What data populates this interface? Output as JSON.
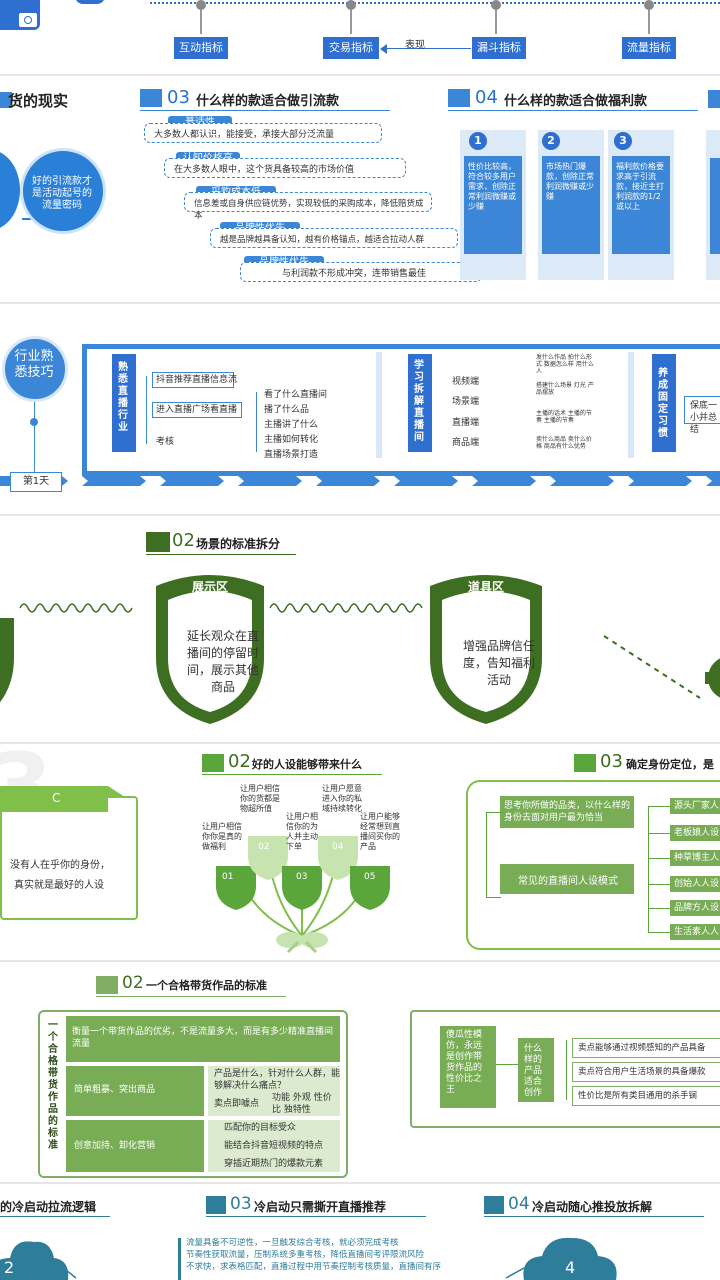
{
  "panel1": {
    "nodes": [
      "互动指标",
      "交易指标",
      "漏斗指标",
      "流量指标"
    ],
    "arrow_label": "表现"
  },
  "panel2": {
    "left_title": "货的现实",
    "left_circle_text": "好的引流款才是活动起号的流量密码",
    "sec03_num": "03",
    "sec03_title": "什么样的款适合做引流款",
    "items": [
      {
        "tag": "普适性",
        "text": "大多数人都认识，能接受，承接大部分泛流量"
      },
      {
        "tag": "认知价格高",
        "text": "在大多数人眼中，这个货具备较高的市场价值"
      },
      {
        "tag": "采购成本低",
        "text": "信息差或自身供应链优势，实现较低的采购成本，降低赔货成本"
      },
      {
        "tag": "品牌性优先",
        "text": "越是品牌越具备认知，越有价格锚点，越适合拉动人群"
      },
      {
        "tag": "品牌性优先",
        "text": "与利润款不形成冲突，连带销售最佳"
      }
    ],
    "sec04_num": "04",
    "sec04_title": "什么样的款适合做福利款",
    "cards": [
      {
        "num": "1",
        "text": "性价比较高，符合较多用户需求，创除正常利润微赚或少赚"
      },
      {
        "num": "2",
        "text": "市场热门爆款，创除正常利润微赚或少赚"
      },
      {
        "num": "3",
        "text": "福利款价格要求高于引流款，接近主打利润款的1/2或以上"
      }
    ]
  },
  "panel3": {
    "circle_text": "行业熟悉技巧",
    "day_label": "第1天",
    "col1_title": "熟悉直播行业",
    "col1_items": [
      "抖音推荐直播信息流",
      "进入直播广场看直播",
      "考核"
    ],
    "col1_sub": [
      "看了什么直播间",
      "播了什么品",
      "主播讲了什么",
      "主播如何转化",
      "直播场景打造"
    ],
    "col2_title": "学习拆解直播间",
    "col2_items": [
      "视频端",
      "场景端",
      "直播端",
      "商品端"
    ],
    "col2_notes": [
      "发什么作品 拍什么形式 数据怎么样 用什么人",
      "搭建什么场景 灯光 产品摆放",
      "主播的话术 主播的节奏 主播的节奏",
      "卖什么商品 卖什么价格 商品有什么优势"
    ],
    "col3_title": "养成固定习惯",
    "col3_text": "保底一小并总结"
  },
  "panel4": {
    "sec_num": "02",
    "sec_title": "场景的标准拆分",
    "shields": [
      {
        "title": "展示区",
        "text": "延长观众在直播间的停留时间，展示其他商品"
      },
      {
        "title": "道具区",
        "text": "增强品牌信任度，告知福利活动"
      }
    ]
  },
  "panel5": {
    "card_letter": "C",
    "card_text1": "没有人在乎你的身份，",
    "card_text2": "真实就是最好的人设",
    "mid_num": "02",
    "mid_title": "好的人设能够带来什么",
    "mid_texts": [
      "让用户相信你你是真的做福利",
      "让用户相信你的货都是物超所值",
      "让用户相信你的为人并主动下单",
      "让用户愿意进入你的私域持续转化",
      "让用户能够经常想到直播间买你的产品"
    ],
    "mid_nums": [
      "01",
      "02",
      "03",
      "04",
      "05"
    ],
    "right_num": "03",
    "right_title": "确定身份定位，是",
    "right_q": "思考你所做的品类，以什么样的身份去面对用户最为恰当",
    "right_mode": "常见的直播间人设模式",
    "right_tags": [
      "源头厂家人",
      "老板娘人设",
      "种草博主人",
      "创始人人设",
      "品牌方人设",
      "生活素人人"
    ]
  },
  "panel6": {
    "sec_num": "02",
    "sec_title": "一个合格带货作品的标准",
    "vertical_title": "一个合格带货作品的标准",
    "top_text": "衡量一个带货作品的优劣，不是流量多大，而是有多少精准直播间流量",
    "rows": [
      {
        "label": "简单粗暴、突出商品",
        "main": "产品是什么，针对什么人群，能够解决什么痛点？",
        "sub_label": "卖点即噱点",
        "sub_text": "功能 外观 性价比 独特性"
      },
      {
        "label": "创意加持、卸化营销",
        "lines": [
          "匹配你的目标受众",
          "能结合抖音短视频的特点",
          "穿插近期热门的爆款元素"
        ]
      }
    ],
    "right_v1": "傻瓜性模仿，永远是创作带货作品的性价比之王",
    "right_v2": "什么样的产品适合创作",
    "right_lines": [
      "卖点能够通过视频感知的产品具备",
      "卖点符合用户生活场景的具备爆款",
      "性价比是所有类目通用的杀手锏"
    ]
  },
  "panel7": {
    "left_title": "的冷启动拉流逻辑",
    "mid_num": "03",
    "mid_title": "冷启动只需撕开直播推荐",
    "right_num": "04",
    "right_title": "冷启动随心推投放拆解",
    "lines": [
      "流量具备不可逆性，一旦触发综合考核，就必须完成考核",
      "节奏性获取流量，压制系统多重考核，降低直播间考评限流风险",
      "不求快，求表格匹配，直播过程中用节奏控制考核质量，直播间有序"
    ],
    "cloud_left": "2",
    "cloud_right": "4"
  }
}
